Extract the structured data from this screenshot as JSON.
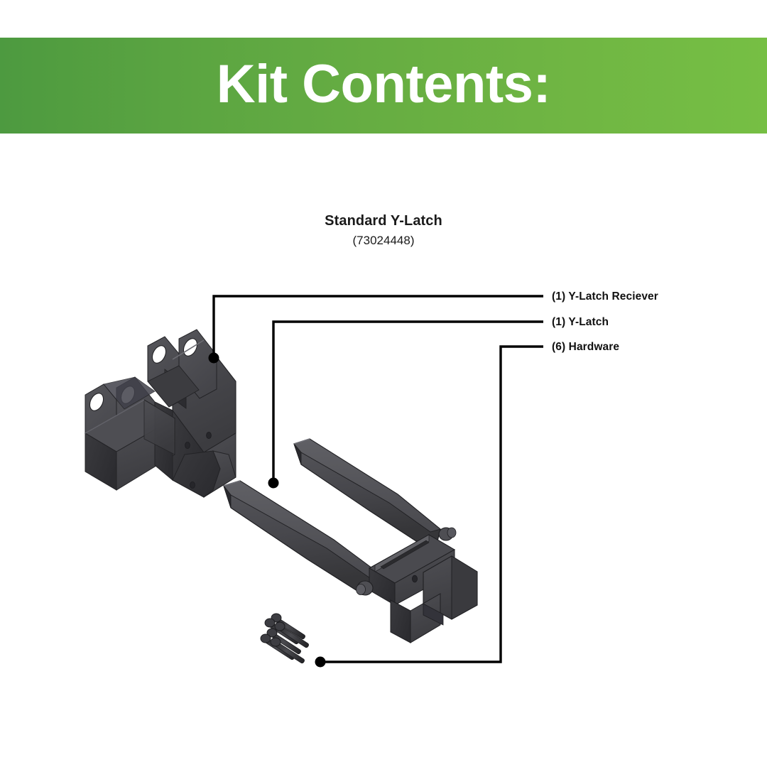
{
  "header": {
    "title": "Kit Contents:",
    "gradient_from": "#4d9a40",
    "gradient_to": "#76bf44",
    "text_color": "#ffffff"
  },
  "product": {
    "name": "Standard Y-Latch",
    "sku": "(73024448)"
  },
  "callouts": [
    {
      "id": "y-latch-reciever",
      "label": "(1) Y-Latch Reciever"
    },
    {
      "id": "y-latch",
      "label": "(1) Y-Latch"
    },
    {
      "id": "hardware",
      "label": "(6) Hardware"
    }
  ],
  "diagram": {
    "background": "#ffffff",
    "line_color": "#000000",
    "part_color_base": "#46464a",
    "part_color_dark": "#2e2e31",
    "part_color_light": "#5c5c61"
  }
}
